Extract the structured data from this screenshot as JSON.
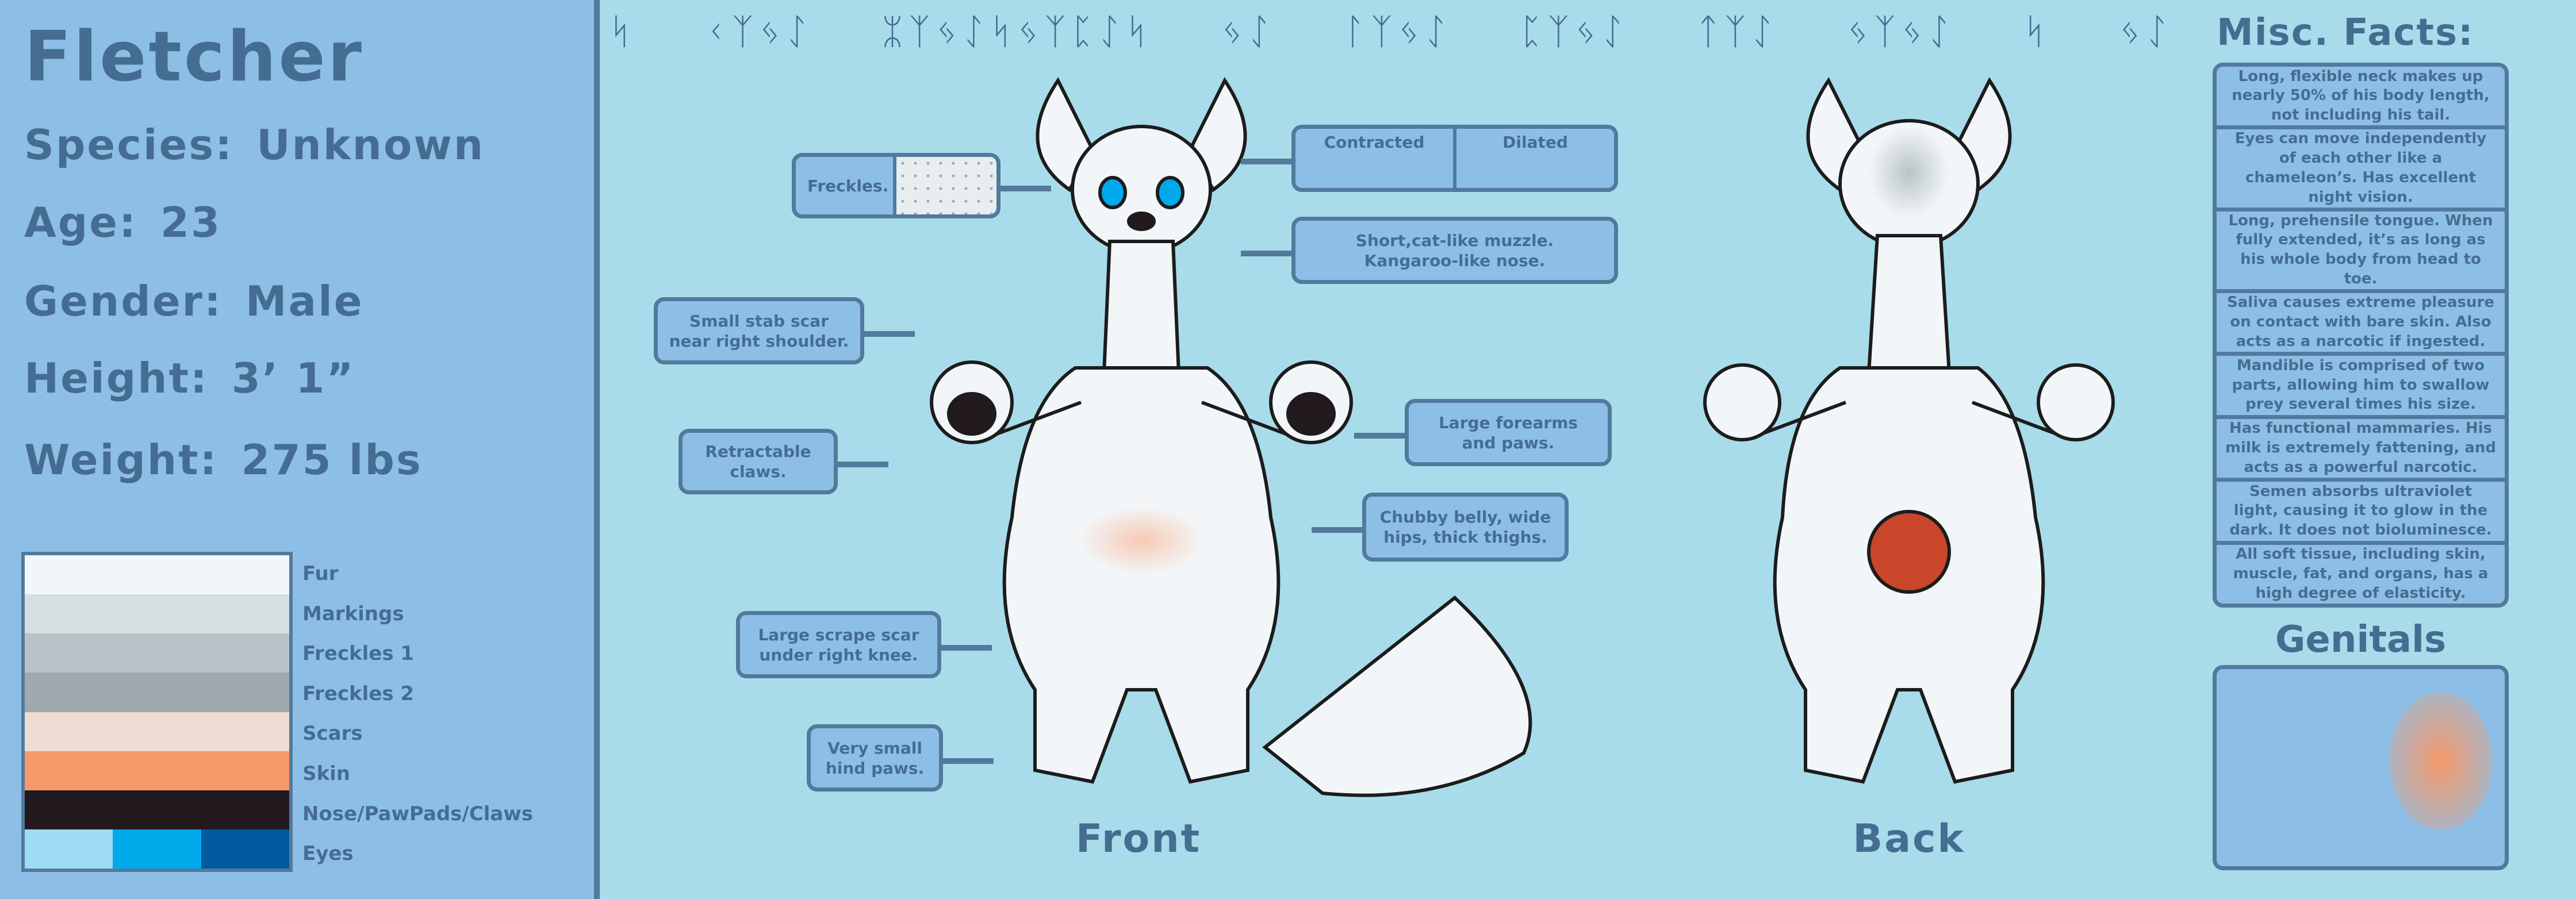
{
  "character": {
    "name": "Fletcher",
    "stats": [
      {
        "label": "Species:",
        "value": "Unknown"
      },
      {
        "label": "Age:",
        "value": "23"
      },
      {
        "label": "Gender:",
        "value": "Male"
      },
      {
        "label": "Height:",
        "value": "3’ 1”"
      },
      {
        "label": "Weight:",
        "value": "275 lbs"
      }
    ]
  },
  "palette": [
    {
      "label": "Fur",
      "colors": [
        "#f3f6f8"
      ]
    },
    {
      "label": "Markings",
      "colors": [
        "#d4dfe0"
      ]
    },
    {
      "label": "Freckles 1",
      "colors": [
        "#b9c3c7"
      ]
    },
    {
      "label": "Freckles 2",
      "colors": [
        "#9fa9ae"
      ]
    },
    {
      "label": "Scars",
      "colors": [
        "#efdcd3"
      ]
    },
    {
      "label": "Skin",
      "colors": [
        "#f5996a"
      ]
    },
    {
      "label": "Nose/PawPads/Claws",
      "colors": [
        "#231a20"
      ]
    },
    {
      "label": "Eyes",
      "colors": [
        "#9edcf4",
        "#00aaea",
        "#005a9e"
      ]
    }
  ],
  "script_header": [
    "ᛋ",
    "ᚲᛉᛃᛇ",
    "ᛯᛉᛃᛇᛋᛃᛉᛈᛇᛋ",
    "ᛃᛇ",
    "ᛚᛉᛃᛇ",
    "ᛈᛉᛃᛇ",
    "ᛏᛉᛇ",
    "ᛃᛉᛃᛇ",
    "ᛋ",
    "ᛃᛇ"
  ],
  "notes": {
    "freckles": "Freckles.",
    "eyes_contracted": "Contracted",
    "eyes_dilated": "Dilated",
    "muzzle": "Short,cat-like muzzle.\nKangaroo-like nose.",
    "stab_scar": "Small stab scar\nnear right shoulder.",
    "claws": "Retractable\nclaws.",
    "forearms": "Large forearms\nand paws.",
    "belly": "Chubby belly, wide\nhips, thick thighs.",
    "scrape_scar": "Large scrape scar\nunder right knee.",
    "hind_paws": "Very small\nhind paws."
  },
  "views": {
    "front": "Front",
    "back": "Back"
  },
  "misc": {
    "title": "Misc. Facts:",
    "facts": [
      "Long, flexible neck makes up nearly 50% of his body length, not including his tail.",
      "Eyes can move independently of each other like a chameleon’s. Has excellent night vision.",
      "Long, prehensile tongue. When fully extended, it’s as long as his whole body from head to toe.",
      "Saliva causes extreme pleasure on contact with bare skin. Also acts as a narcotic if ingested.",
      "Mandible is comprised of two parts, allowing him to swallow prey several times his size.",
      "Has functional mammaries. His milk is extremely fattening, and acts as a powerful narcotic.",
      "Semen absorbs ultraviolet light, causing it to glow in the dark. It does not bioluminesce.",
      "All soft tissue, including skin, muscle, fat, and organs, has a high degree of elasticity."
    ]
  },
  "genitals": {
    "title": "Genitals"
  }
}
